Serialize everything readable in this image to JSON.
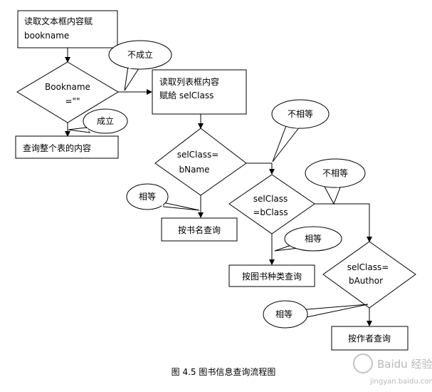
{
  "caption": "图 4.5  图书信息查询流程图",
  "nodes": {
    "read_textbox": [
      "读取文本框内容赋",
      "bookname"
    ],
    "decision_bookname": [
      "Bookname",
      "=\"\""
    ],
    "query_all": [
      "查询整个表的内容"
    ],
    "read_listbox": [
      "读取列表框内容",
      "赋給 selClass"
    ],
    "decision_bname": [
      "selClass=",
      "bName"
    ],
    "query_by_name": [
      "按书名查询"
    ],
    "decision_bclass": [
      "selClass",
      "=bClass"
    ],
    "query_by_class": [
      "按图书种类查询"
    ],
    "decision_bauthor": [
      "selClass=",
      "bAuthor"
    ],
    "query_by_author": [
      "按作者查询"
    ]
  },
  "callouts": {
    "not_true": "不成立",
    "true": "成立",
    "not_equal_1": "不相等",
    "not_equal_2": "不相等",
    "equal_1": "相等",
    "equal_2": "相等",
    "equal_3": "相等"
  },
  "watermark": {
    "brand": "Baidu 经验",
    "url": "jingyan.baidu.com"
  }
}
